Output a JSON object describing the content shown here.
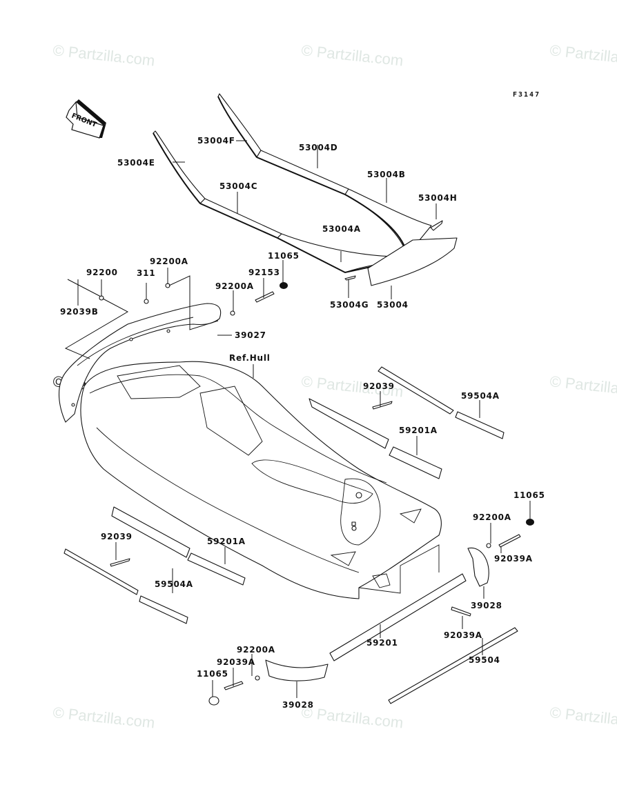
{
  "diagram": {
    "drawing_code": "F3147",
    "front_indicator": "FRONT",
    "reference_label": "Ref.Hull",
    "watermark": "© Partzilla.com",
    "callouts": [
      {
        "id": "c-53004F",
        "part": "53004F"
      },
      {
        "id": "c-53004D",
        "part": "53004D"
      },
      {
        "id": "c-53004E",
        "part": "53004E"
      },
      {
        "id": "c-53004B",
        "part": "53004B"
      },
      {
        "id": "c-53004H",
        "part": "53004H"
      },
      {
        "id": "c-53004C",
        "part": "53004C"
      },
      {
        "id": "c-53004A",
        "part": "53004A"
      },
      {
        "id": "c-53004G",
        "part": "53004G"
      },
      {
        "id": "c-53004",
        "part": "53004"
      },
      {
        "id": "c-11065-top",
        "part": "11065"
      },
      {
        "id": "c-92153",
        "part": "92153"
      },
      {
        "id": "c-92200A-mid",
        "part": "92200A"
      },
      {
        "id": "c-92200A-top",
        "part": "92200A"
      },
      {
        "id": "c-311",
        "part": "311"
      },
      {
        "id": "c-92200",
        "part": "92200"
      },
      {
        "id": "c-92039B",
        "part": "92039B"
      },
      {
        "id": "c-39027",
        "part": "39027"
      },
      {
        "id": "c-92039-right",
        "part": "92039"
      },
      {
        "id": "c-59504A-right",
        "part": "59504A"
      },
      {
        "id": "c-59201A-right",
        "part": "59201A"
      },
      {
        "id": "c-11065-right",
        "part": "11065"
      },
      {
        "id": "c-92200A-right",
        "part": "92200A"
      },
      {
        "id": "c-92039A-right",
        "part": "92039A"
      },
      {
        "id": "c-92039-left",
        "part": "92039"
      },
      {
        "id": "c-59201A-left",
        "part": "59201A"
      },
      {
        "id": "c-59504A-left",
        "part": "59504A"
      },
      {
        "id": "c-39028-right",
        "part": "39028"
      },
      {
        "id": "c-92039A-lower",
        "part": "92039A"
      },
      {
        "id": "c-59201",
        "part": "59201"
      },
      {
        "id": "c-59504",
        "part": "59504"
      },
      {
        "id": "c-92200A-bottom",
        "part": "92200A"
      },
      {
        "id": "c-92039A-bottom",
        "part": "92039A"
      },
      {
        "id": "c-11065-bottom",
        "part": "11065"
      },
      {
        "id": "c-39028-bottom",
        "part": "39028"
      }
    ]
  }
}
